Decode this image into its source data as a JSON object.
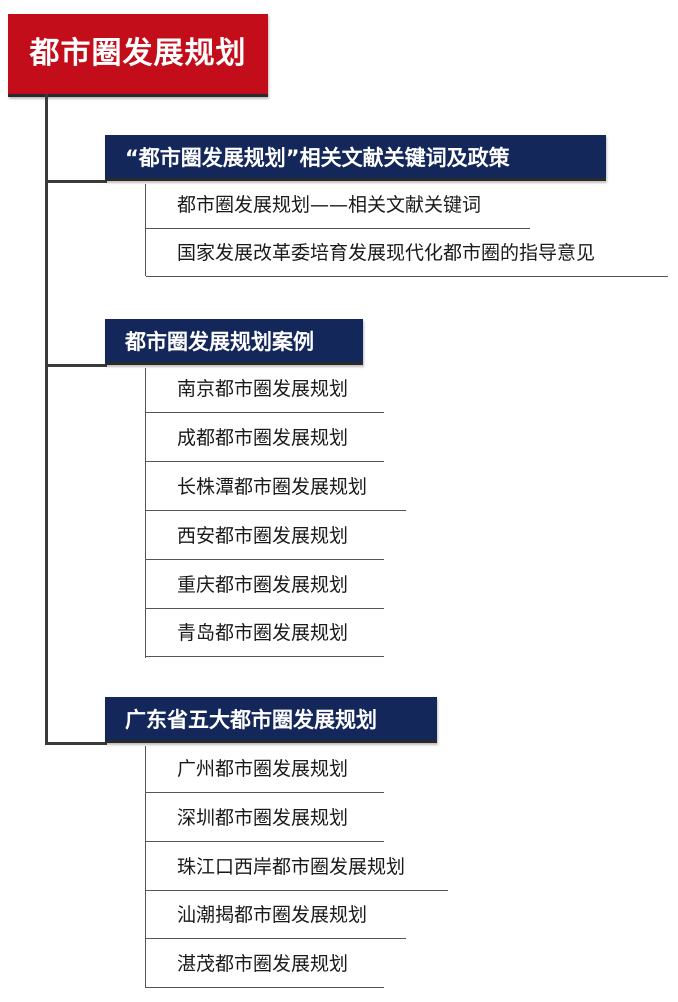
{
  "title": "都市圈发展规划",
  "colors": {
    "title_bg": "#c40d1b",
    "category_bg": "#13275a",
    "line": "#3a3a3a"
  },
  "categories": [
    {
      "label": "“都市圈发展规划”相关文献关键词及政策",
      "items": [
        "都市圈发展规划——相关文献关键词",
        "国家发展改革委培育发展现代化都市圈的指导意见"
      ]
    },
    {
      "label": "都市圈发展规划案例",
      "items": [
        "南京都市圈发展规划",
        "成都都市圈发展规划",
        "长株潭都市圈发展规划",
        "西安都市圈发展规划",
        "重庆都市圈发展规划",
        "青岛都市圈发展规划"
      ]
    },
    {
      "label": "广东省五大都市圈发展规划",
      "items": [
        "广州都市圈发展规划",
        "深圳都市圈发展规划",
        "珠江口西岸都市圈发展规划",
        "汕潮揭都市圈发展规划",
        "湛茂都市圈发展规划"
      ]
    }
  ]
}
